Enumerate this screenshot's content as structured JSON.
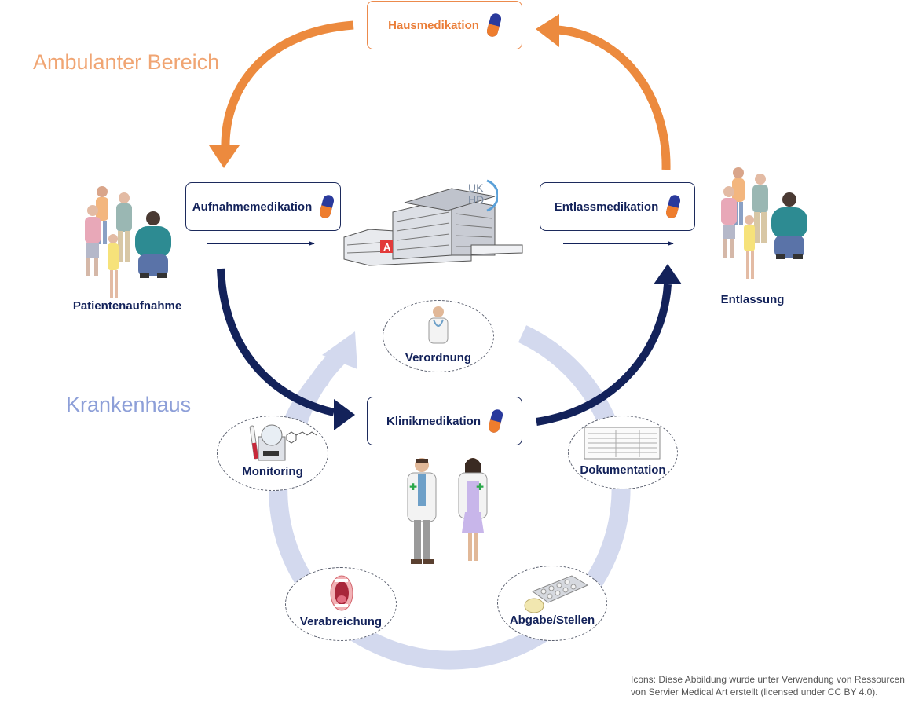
{
  "regions": {
    "outpatient": "Ambulanter Bereich",
    "hospital": "Krankenhaus"
  },
  "medication_boxes": {
    "home": "Hausmedikation",
    "admission": "Aufnahmemedikation",
    "discharge": "Entlassmedikation",
    "clinic": "Klinikmedikation"
  },
  "places": {
    "admission": "Patientenaufnahme",
    "discharge": "Entlassung"
  },
  "cycle_steps": {
    "prescription": "Verordnung",
    "documentation": "Dokumentation",
    "dispensing": "Abgabe/Stellen",
    "administration": "Verabreichung",
    "monitoring": "Monitoring"
  },
  "logo": {
    "line1": "UK",
    "line2": "HD"
  },
  "credit": {
    "line1": "Icons: Diese Abbildung wurde unter Verwendung von Ressourcen",
    "line2": "von Servier Medical Art erstellt (licensed under CC BY 4.0)."
  },
  "colors": {
    "navy": "#13225a",
    "orange": "#ec8a3e",
    "light_blue_cycle": "#d3d9ee",
    "pharmacy_red": "#e23a3a"
  },
  "icons": [
    "pill-icon",
    "hospital-building-icon",
    "patient-group-icon",
    "doctor-icon",
    "pharmacist-icon",
    "document-icon",
    "blister-pack-icon",
    "mouth-icon",
    "lab-analyzer-icon"
  ]
}
